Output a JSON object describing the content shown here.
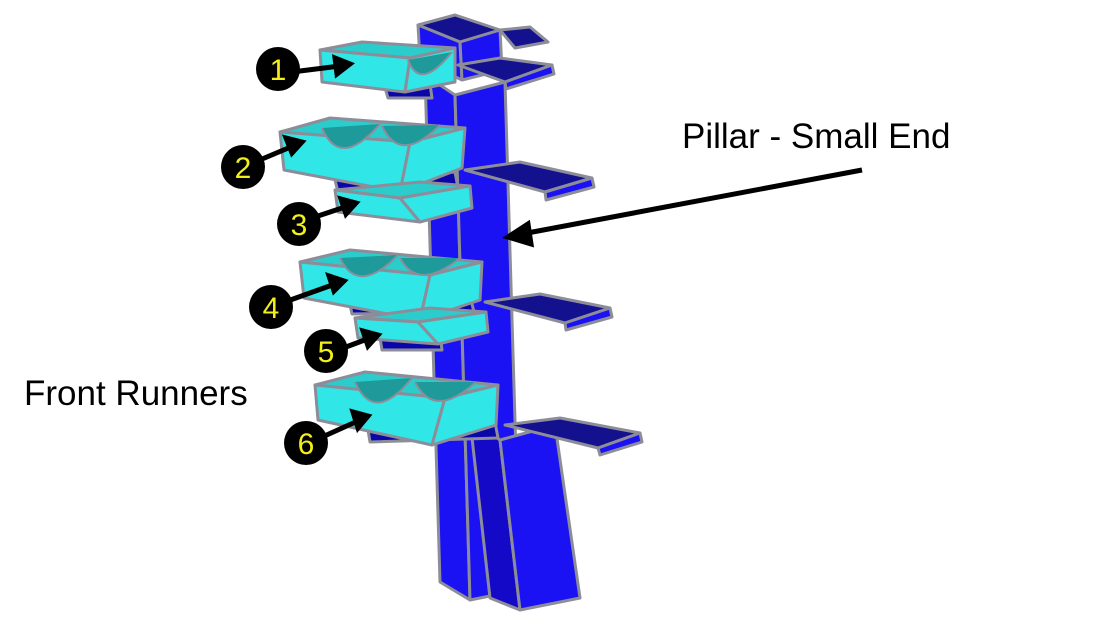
{
  "colors": {
    "pillar_front": "#1a12f2",
    "pillar_side": "#0a06a8",
    "plate_top": "#14118f",
    "runner_face": "#30e6e6",
    "runner_top": "#2bcccc",
    "runner_shadow": "#1e9a9a",
    "edge": "#8d8d9a",
    "callout_fill": "#000000",
    "callout_text": "#f3ef18"
  },
  "labels": {
    "pillar": "Pillar - Small End",
    "front_runners": "Front Runners"
  },
  "callouts": [
    "1",
    "2",
    "3",
    "4",
    "5",
    "6"
  ]
}
